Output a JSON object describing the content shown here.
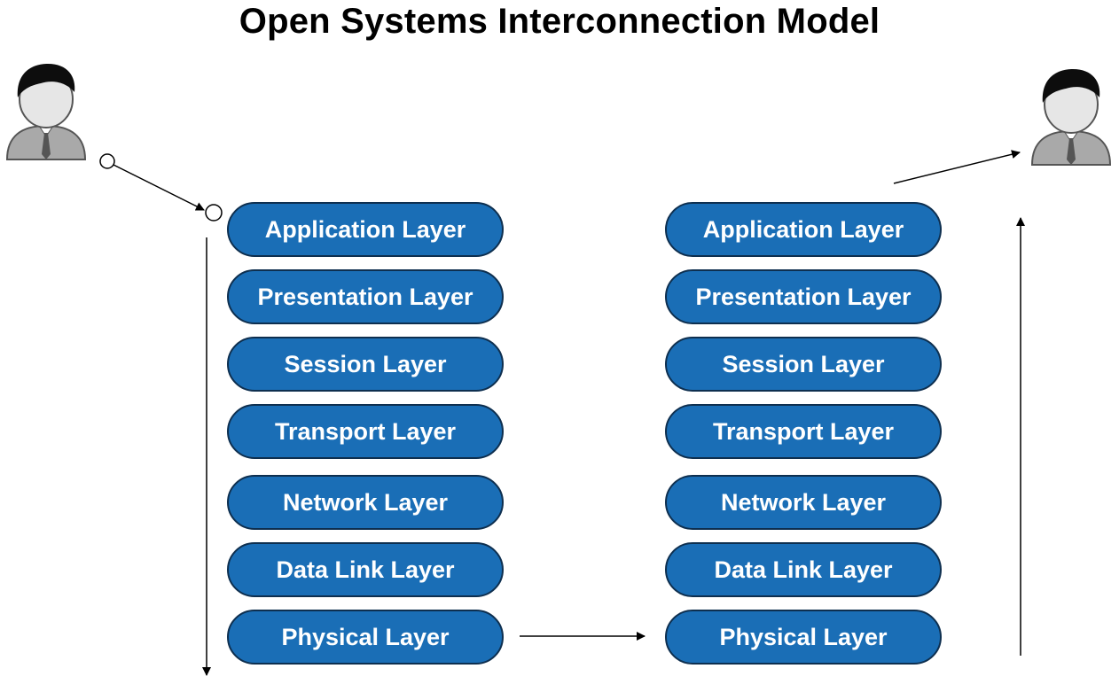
{
  "title": "Open Systems Interconnection Model",
  "sender_stack": {
    "layers": [
      {
        "label": "Application Layer"
      },
      {
        "label": "Presentation Layer"
      },
      {
        "label": "Session Layer"
      },
      {
        "label": "Transport Layer"
      },
      {
        "label": "Network Layer"
      },
      {
        "label": "Data Link Layer"
      },
      {
        "label": "Physical Layer"
      }
    ]
  },
  "receiver_stack": {
    "layers": [
      {
        "label": "Application Layer"
      },
      {
        "label": "Presentation Layer"
      },
      {
        "label": "Session Layer"
      },
      {
        "label": "Transport Layer"
      },
      {
        "label": "Network Layer"
      },
      {
        "label": "Data Link Layer"
      },
      {
        "label": "Physical Layer"
      }
    ]
  },
  "colors": {
    "layer_fill": "#1a6eb6",
    "layer_border": "#0e2f4f",
    "layer_text": "#ffffff",
    "title_text": "#000000"
  },
  "icons": {
    "sender": "user-icon",
    "receiver": "user-icon"
  }
}
